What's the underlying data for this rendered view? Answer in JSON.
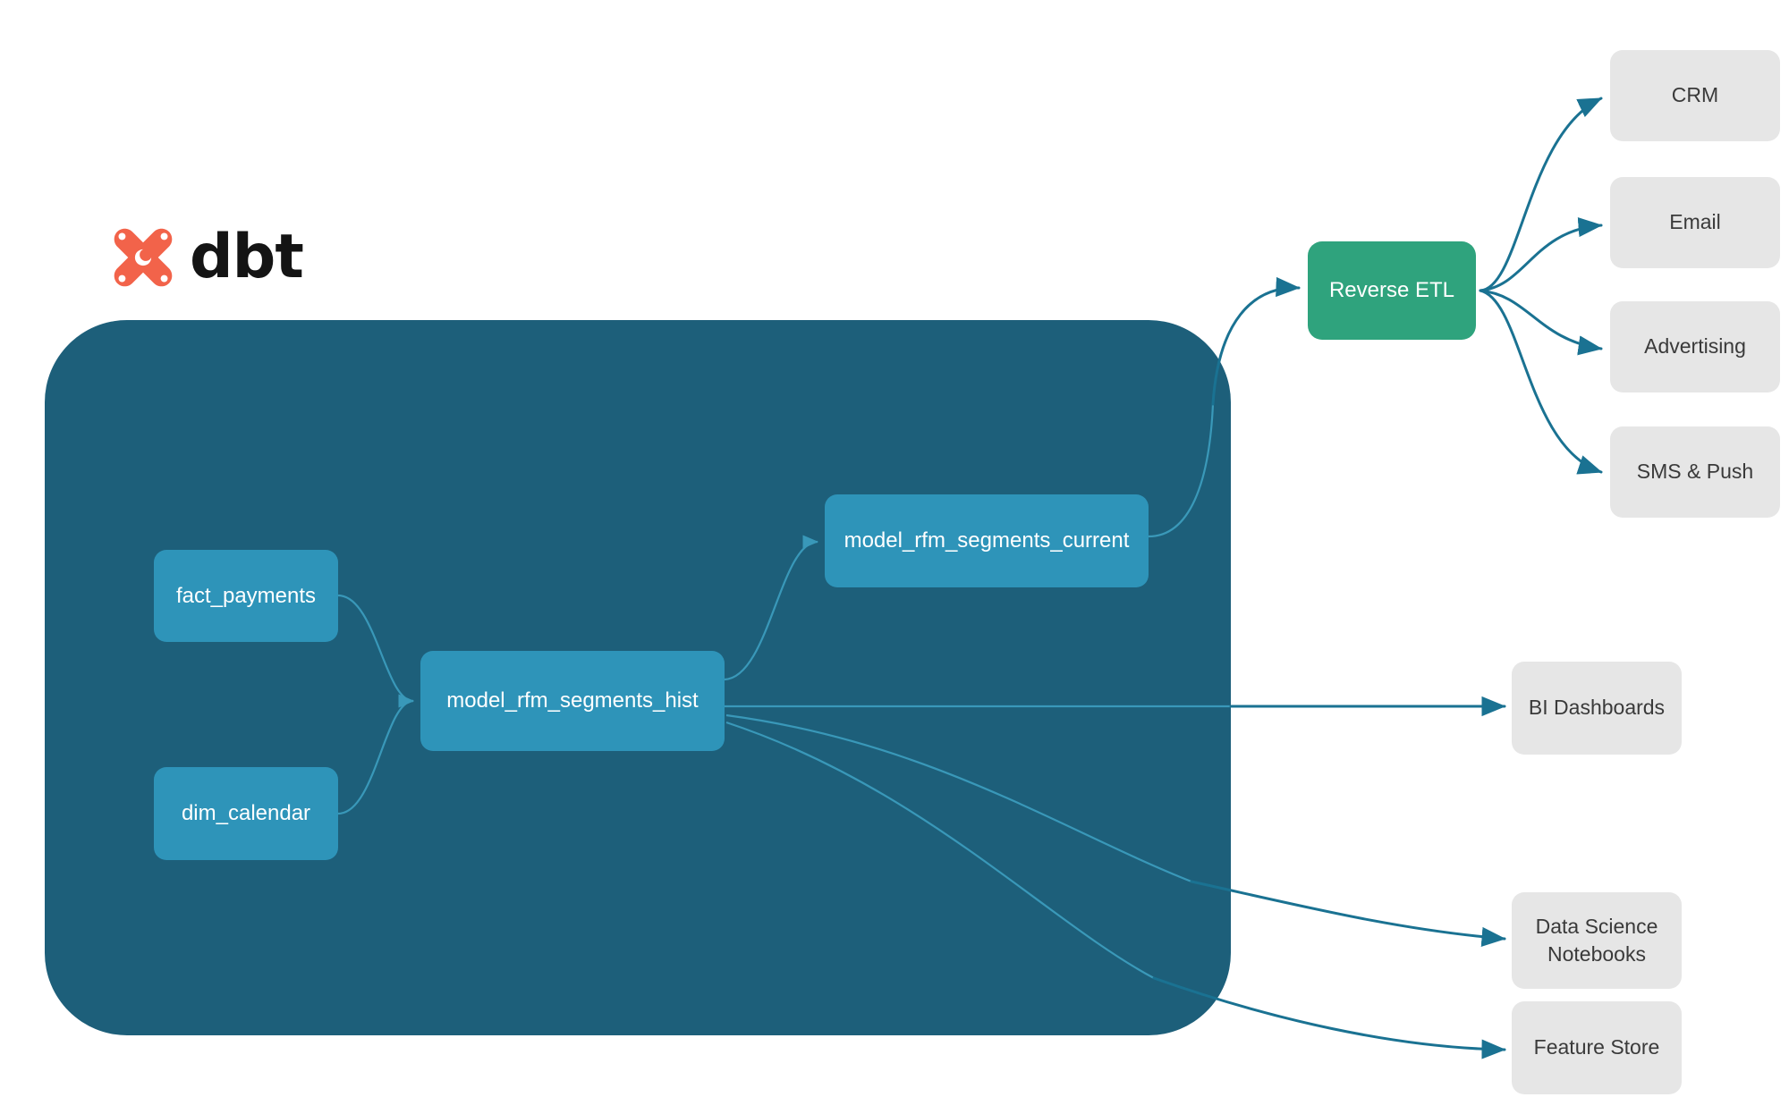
{
  "brand": {
    "logo_icon": "dbt-x-mark-icon",
    "wordmark": "dbt"
  },
  "warehouse": {
    "name": "dbt-project-container",
    "fill": "#1d5f7a"
  },
  "colors": {
    "container": "#1d5f7a",
    "model_node": "#2e94b9",
    "reverse_etl": "#2fa37d",
    "destination": "#e6e6e6",
    "edge_outer": "#1a7292",
    "edge_inner": "#3fa3c4",
    "logo_orange": "#f2634a",
    "node_text": "#ffffff",
    "dest_text": "#3a3a3a"
  },
  "models": [
    {
      "id": "fact-payments",
      "label": "fact_payments"
    },
    {
      "id": "dim-calendar",
      "label": "dim_calendar"
    },
    {
      "id": "rfm-hist",
      "label": "model_rfm_segments_hist"
    },
    {
      "id": "rfm-current",
      "label": "model_rfm_segments_current"
    }
  ],
  "reverse_etl": {
    "label": "Reverse ETL"
  },
  "activation_destinations": [
    {
      "id": "crm",
      "label": "CRM"
    },
    {
      "id": "email",
      "label": "Email"
    },
    {
      "id": "advertising",
      "label": "Advertising"
    },
    {
      "id": "sms-push",
      "label": "SMS & Push"
    }
  ],
  "analytics_destinations": [
    {
      "id": "bi-dashboards",
      "label": "BI Dashboards"
    },
    {
      "id": "ds-notebooks",
      "label_line1": "Data Science",
      "label_line2": "Notebooks"
    },
    {
      "id": "feature-store",
      "label": "Feature Store"
    }
  ],
  "edges": [
    {
      "from": "fact_payments",
      "to": "model_rfm_segments_hist"
    },
    {
      "from": "dim_calendar",
      "to": "model_rfm_segments_hist"
    },
    {
      "from": "model_rfm_segments_hist",
      "to": "model_rfm_segments_current"
    },
    {
      "from": "model_rfm_segments_current",
      "to": "Reverse ETL"
    },
    {
      "from": "model_rfm_segments_hist",
      "to": "BI Dashboards"
    },
    {
      "from": "model_rfm_segments_hist",
      "to": "Data Science Notebooks"
    },
    {
      "from": "model_rfm_segments_hist",
      "to": "Feature Store"
    },
    {
      "from": "Reverse ETL",
      "to": "CRM"
    },
    {
      "from": "Reverse ETL",
      "to": "Email"
    },
    {
      "from": "Reverse ETL",
      "to": "Advertising"
    },
    {
      "from": "Reverse ETL",
      "to": "SMS & Push"
    }
  ]
}
